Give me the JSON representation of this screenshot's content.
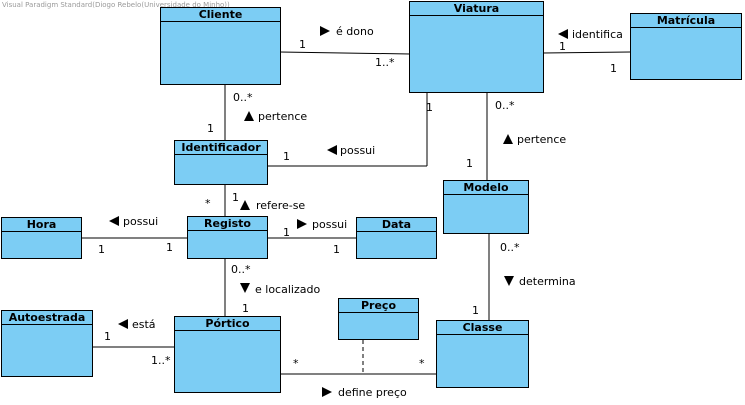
{
  "watermark": "Visual Paradigm Standard(Diogo Rebelo(Universidade do Minho))",
  "classes": {
    "cliente": "Cliente",
    "viatura": "Viatura",
    "matricula": "Matrícula",
    "identificador": "Identificador",
    "modelo": "Modelo",
    "hora": "Hora",
    "registo": "Registo",
    "data": "Data",
    "autoestrada": "Autoestrada",
    "portico": "Pórtico",
    "preco": "Preço",
    "classe": "Classe"
  },
  "associations": {
    "e_dono": {
      "label": "é dono",
      "arrow": "right",
      "mult_a": "1",
      "mult_b": "1..*"
    },
    "identifica": {
      "label": "identifica",
      "arrow": "left",
      "mult_a": "1",
      "mult_b": "1"
    },
    "pertence_cliente": {
      "label": "pertence",
      "arrow": "up",
      "mult_a": "0..*",
      "mult_b": "1"
    },
    "possui_viatura": {
      "label": "possui",
      "arrow": "left",
      "mult_a": "1",
      "mult_b": "1"
    },
    "pertence_modelo": {
      "label": "pertence",
      "arrow": "up",
      "mult_a": "0..*",
      "mult_b": "1"
    },
    "refere_se": {
      "label": "refere-se",
      "arrow": "up",
      "mult_a": "*",
      "mult_b": "1"
    },
    "possui_hora": {
      "label": "possui",
      "arrow": "left",
      "mult_a": "1",
      "mult_b": "1"
    },
    "possui_data": {
      "label": "possui",
      "arrow": "right",
      "mult_a": "1",
      "mult_b": "1"
    },
    "localizado": {
      "label": "e localizado",
      "arrow": "down",
      "mult_a": "0..*",
      "mult_b": "1"
    },
    "determina": {
      "label": "determina",
      "arrow": "down",
      "mult_a": "0..*",
      "mult_b": "1"
    },
    "esta": {
      "label": "está",
      "arrow": "left",
      "mult_a": "1",
      "mult_b": "1..*"
    },
    "define_preco": {
      "label": "define preço",
      "arrow": "right",
      "mult_a": "*",
      "mult_b": "*"
    }
  },
  "colors": {
    "class_fill": "#7ccdf4",
    "line": "#000000"
  }
}
